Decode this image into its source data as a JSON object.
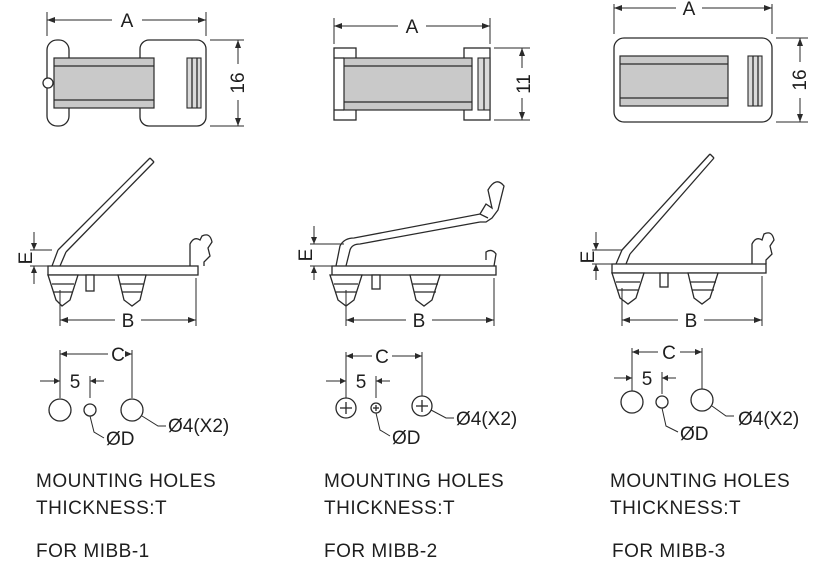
{
  "panels": [
    {
      "dims": {
        "a": "A",
        "height": "16",
        "b": "B",
        "c": "C",
        "e": "E",
        "five": "5",
        "d": "ØD",
        "hole": "Ø4(X2)"
      },
      "caption": {
        "line1": "MOUNTING HOLES",
        "line2": "THICKNESS:T",
        "line3": "FOR MIBB-1"
      }
    },
    {
      "dims": {
        "a": "A",
        "height": "11",
        "b": "B",
        "c": "C",
        "e": "E",
        "five": "5",
        "d": "ØD",
        "hole": "Ø4(X2)"
      },
      "caption": {
        "line1": "MOUNTING HOLES",
        "line2": "THICKNESS:T",
        "line3": "FOR MIBB-2"
      }
    },
    {
      "dims": {
        "a": "A",
        "height": "16",
        "b": "B",
        "c": "C",
        "e": "E",
        "five": "5",
        "d": "ØD",
        "hole": "Ø4(X2)"
      },
      "caption": {
        "line1": "MOUNTING HOLES",
        "line2": "THICKNESS:T",
        "line3": "FOR MIBB-3"
      }
    }
  ]
}
